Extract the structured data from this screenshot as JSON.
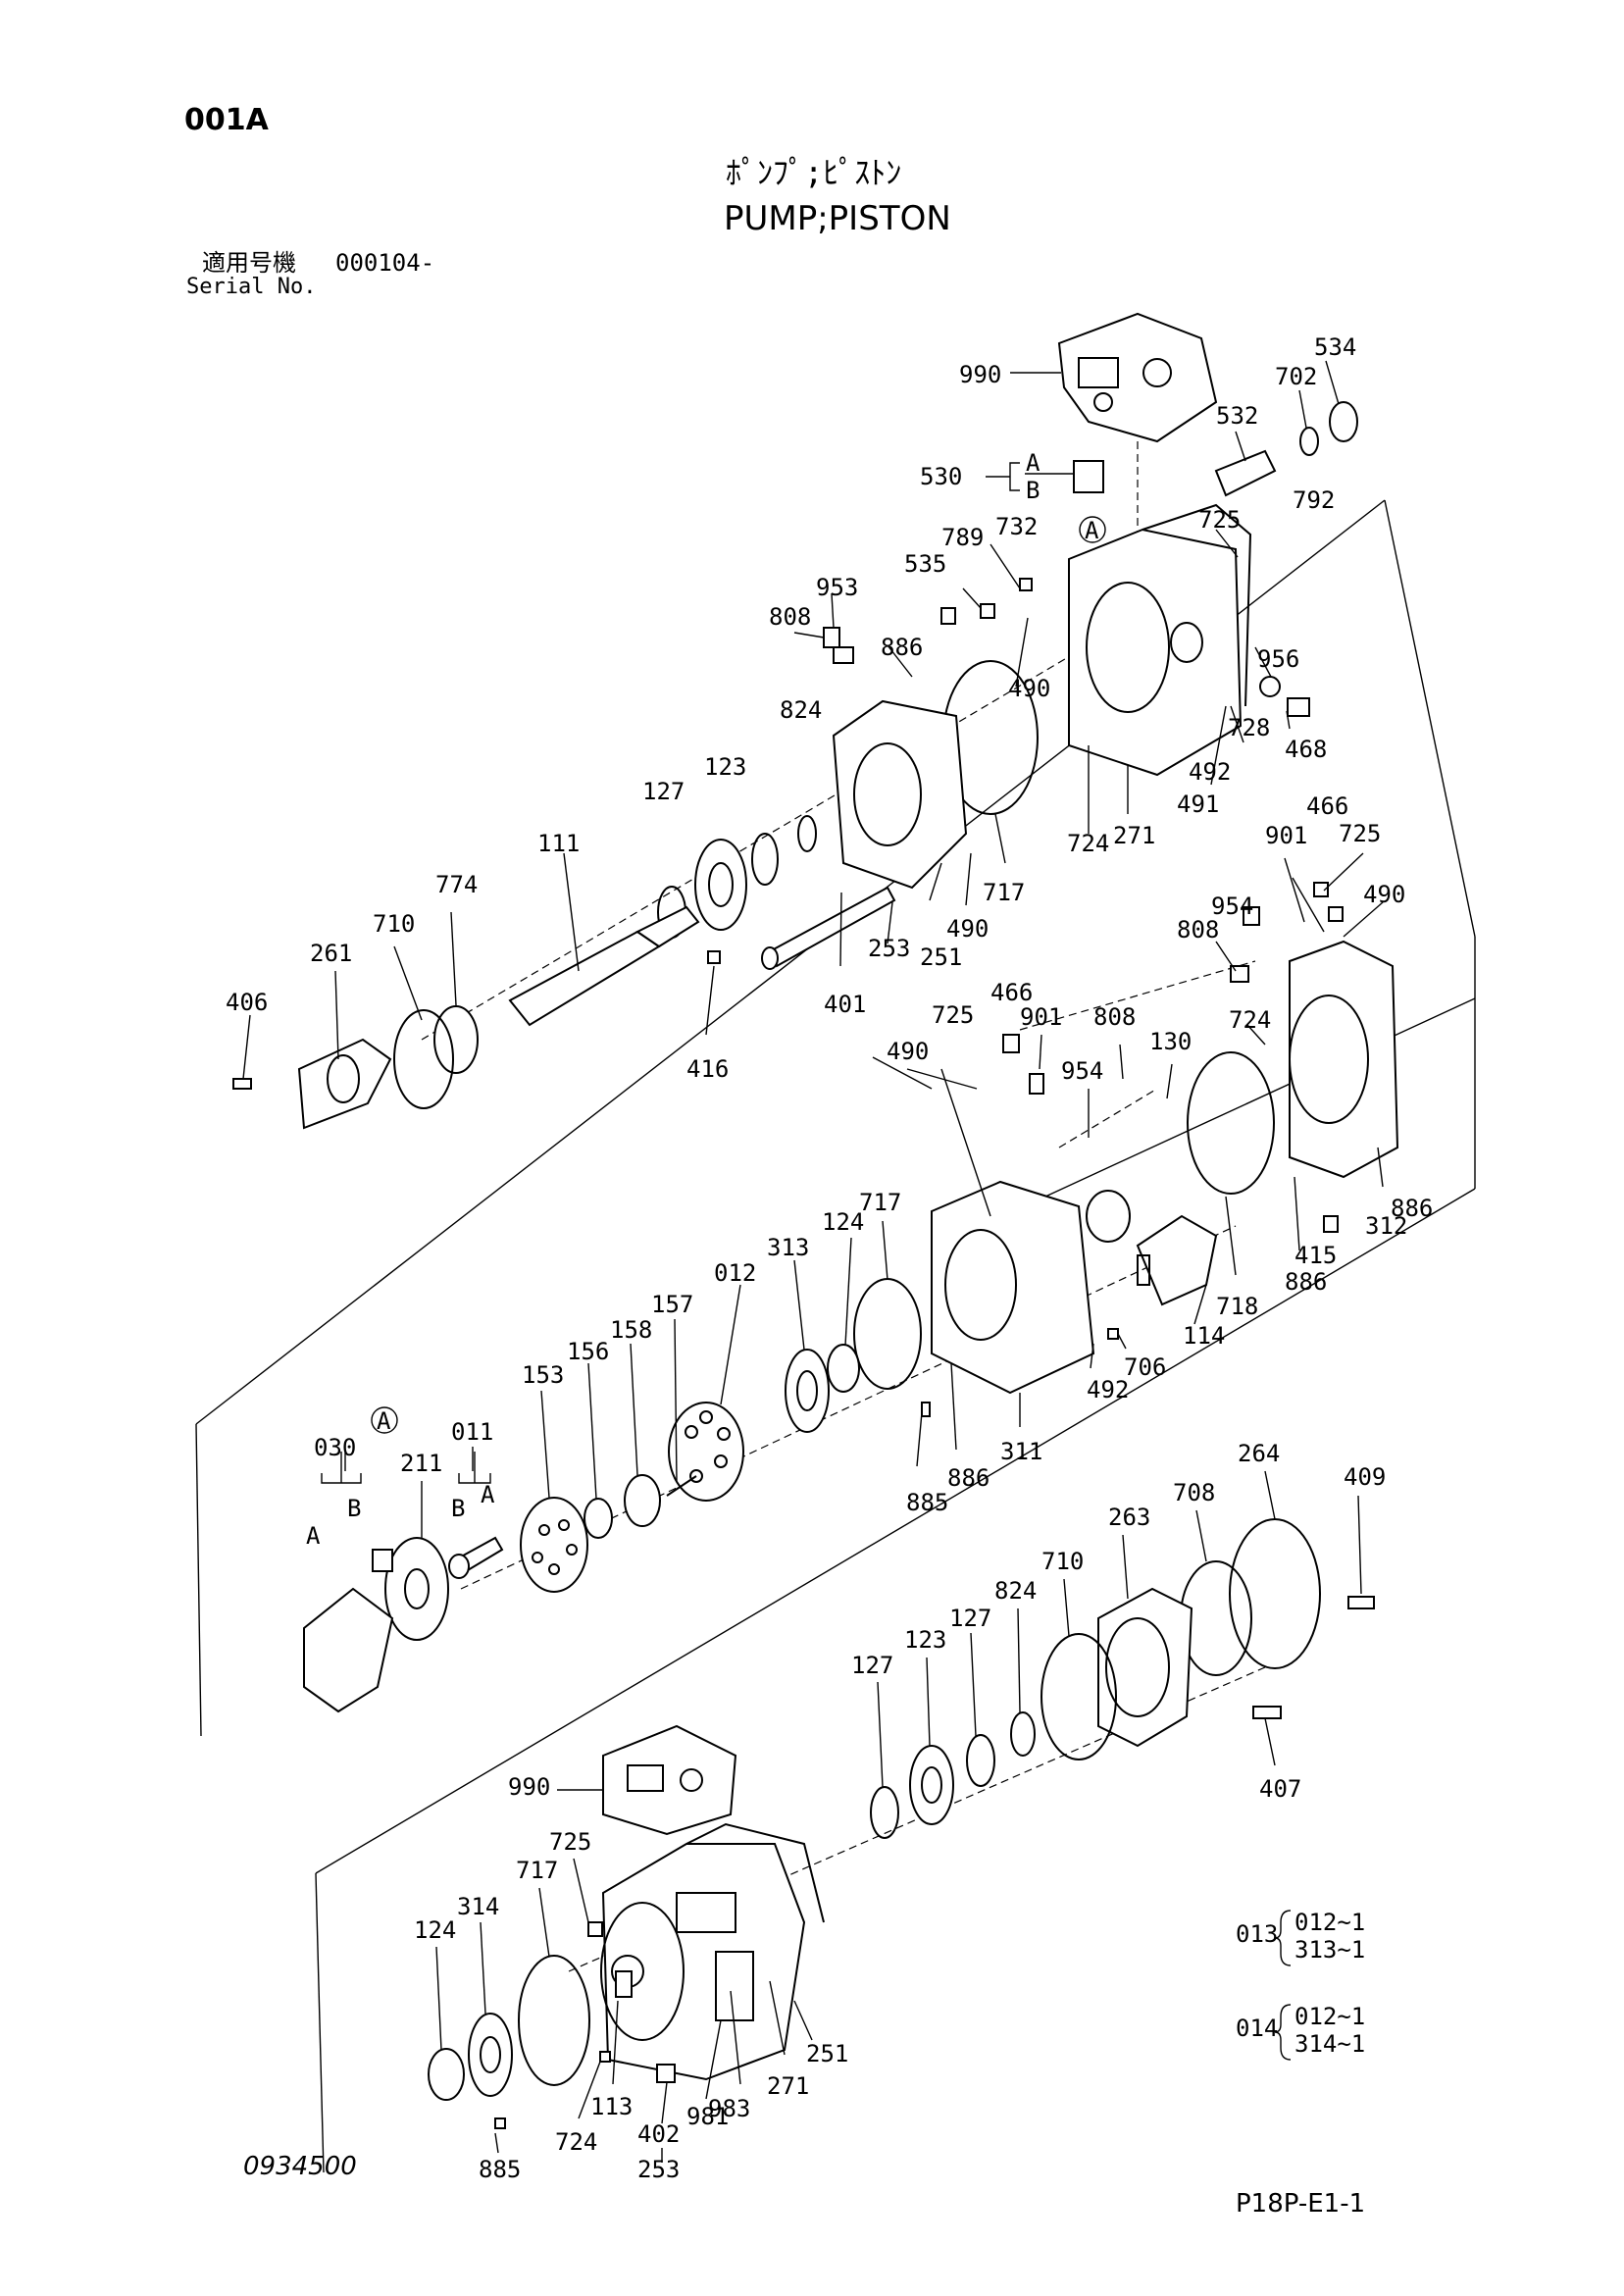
{
  "header": {
    "page_code": "001A",
    "title_jp": "ﾎﾟﾝﾌﾟ;ﾋﾟｽﾄﾝ",
    "title_en": "PUMP;PISTON",
    "serial_label_jp": "適用号機",
    "serial_value": "000104-",
    "serial_label_en": "Serial No."
  },
  "footer": {
    "doc_number": "0934500",
    "sheet_ref": "P18P-E1-1"
  },
  "callouts": [
    "990",
    "534",
    "702",
    "532",
    "792",
    "530",
    "725",
    "789",
    "732",
    "535",
    "953",
    "808",
    "886",
    "956",
    "490",
    "468",
    "728",
    "492",
    "491",
    "271",
    "724",
    "127",
    "123",
    "824",
    "717",
    "251",
    "490",
    "253",
    "401",
    "416",
    "111",
    "774",
    "710",
    "261",
    "406",
    "466",
    "901",
    "725",
    "490",
    "954",
    "808",
    "901",
    "466",
    "725",
    "490",
    "954",
    "808",
    "130",
    "724",
    "886",
    "312",
    "415",
    "886",
    "718",
    "114",
    "706",
    "492",
    "311",
    "885",
    "886",
    "717",
    "124",
    "313",
    "012",
    "157",
    "158",
    "156",
    "153",
    "011",
    "030",
    "211",
    "264",
    "409",
    "708",
    "263",
    "710",
    "824",
    "127",
    "123",
    "127",
    "407",
    "990",
    "725",
    "717",
    "314",
    "124",
    "113",
    "724",
    "402",
    "253",
    "981",
    "983",
    "271",
    "251",
    "885"
  ],
  "group_labels": {
    "a": "A",
    "b": "B",
    "circle_a": "A"
  },
  "assemblies": [
    {
      "code": "013",
      "line1": "012~1",
      "line2": "313~1"
    },
    {
      "code": "014",
      "line1": "012~1",
      "line2": "314~1"
    }
  ]
}
